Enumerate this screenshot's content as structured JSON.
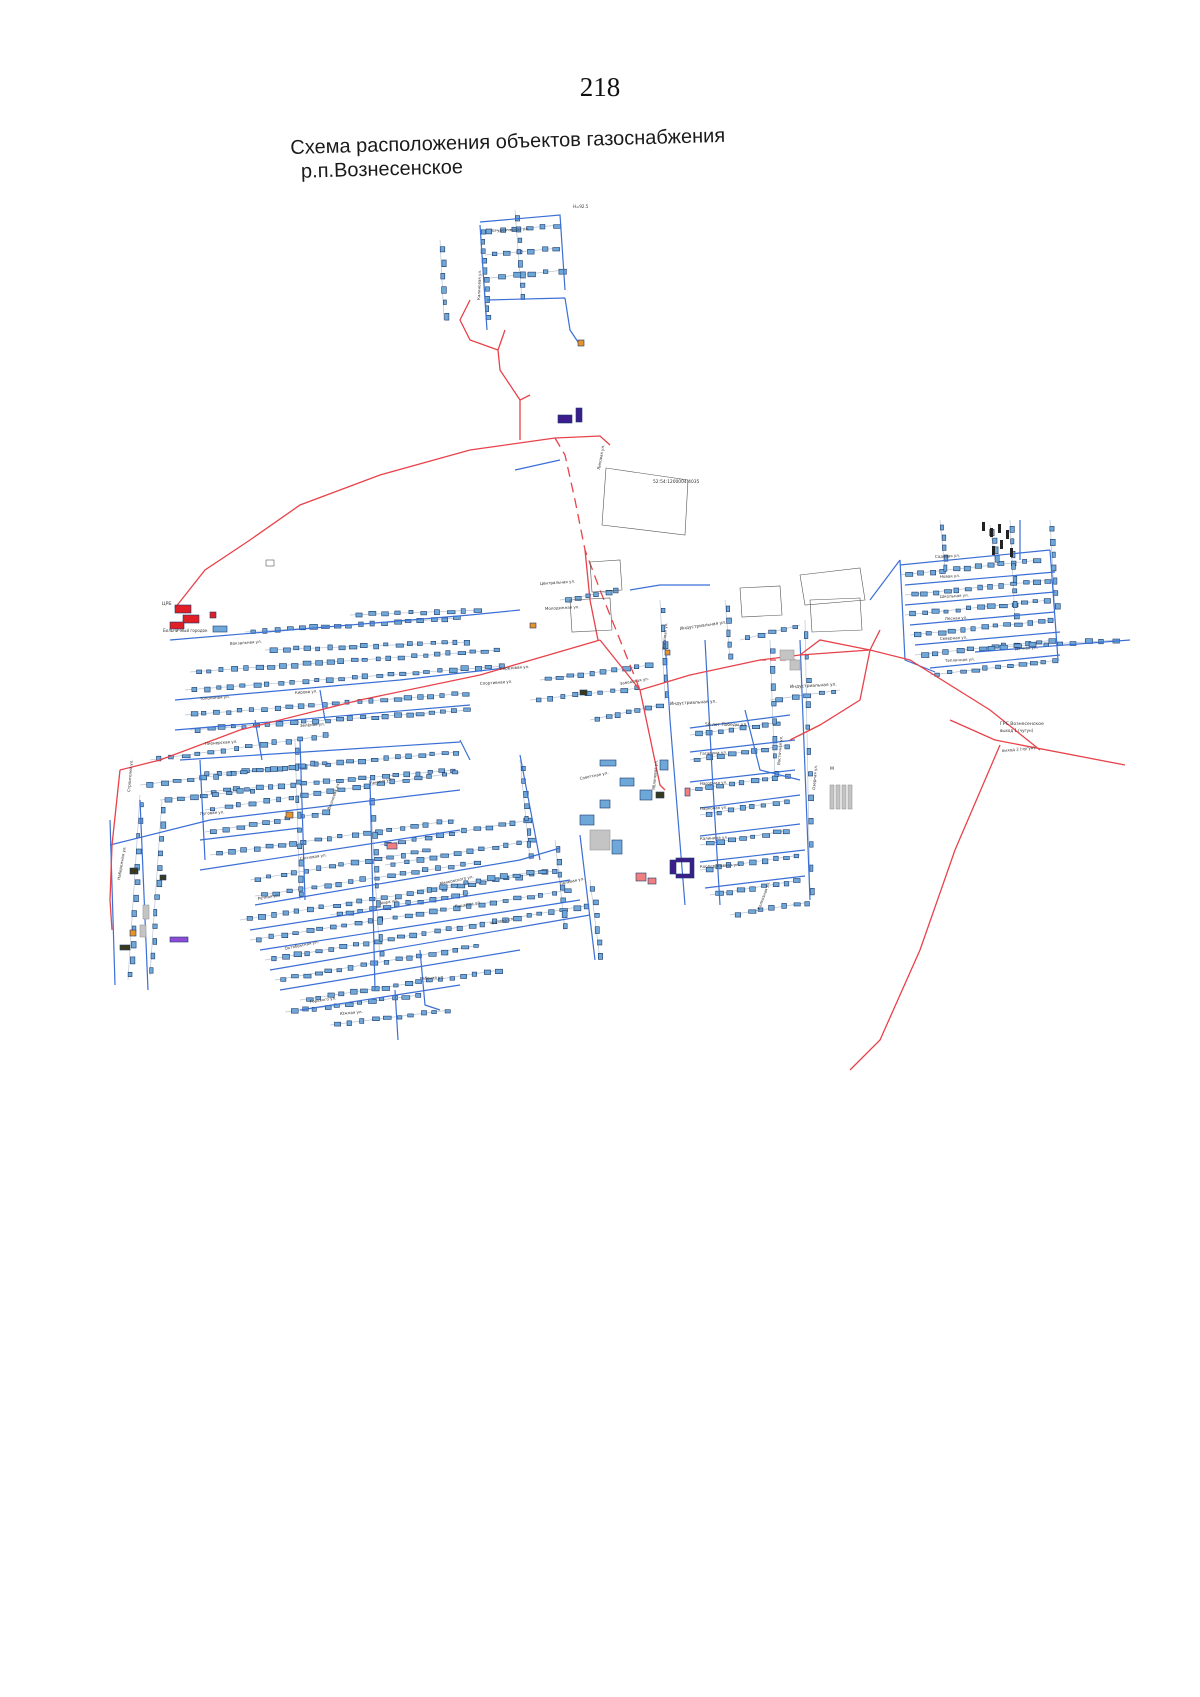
{
  "page": {
    "number": "218"
  },
  "title": {
    "line1": "Схема расположения объектов газоснабжения",
    "line2": "р.п.Вознесенское"
  },
  "colors": {
    "high_pressure_pipeline": "#e8424a",
    "low_pressure_pipeline": "#3b6fd6",
    "residential_building": "#6ea8d8",
    "building_outline": "#1d3a6b",
    "boiler_house": "#e11d25",
    "public_building": "#3b1d8c",
    "orange_object": "#e8922e",
    "pink_object": "#f08080",
    "gray_object": "#c4c4c4",
    "dark_object": "#3a3a1a"
  },
  "labels": {
    "grs": "ГРС Вознесенское",
    "grs_out1": "выход 1 (чугун)",
    "grs_out2": "выход 2 (чугун)",
    "boiler": "ЦРБ",
    "bolnichny": "Больничный городок",
    "parcel": "52:54:1200004:4035",
    "industrialnaya1": "Индустриальная ул.",
    "industrialnaya2": "Индустриальная ул.",
    "industrialnaya3": "Индустриальная ул.",
    "pobedy": "50 лет Победы ул.",
    "kirova": "Кирова ул.",
    "zelenaya": "Зелёная ул.",
    "lenina": "Ленина ул.",
    "oktyabrskaya": "Октябрьская ул.",
    "dachnaya": "Дачная ул.",
    "studencheskaya": "Студенческая ул.",
    "molodezhnaya": "Молодежная ул.",
    "yuzhnaya": "Южная ул.",
    "sadovaya": "Садовая ул.",
    "sovetskaya": "Советская ул.",
    "pionerskaya": "Пионерская ул.",
    "lugovaya": "Луговая ул.",
    "polevaya": "Полевая ул.",
    "gagarina": "Гагарина ул.",
    "nagornaya": "Нагорная ул.",
    "zavodskaya": "Заводская ул.",
    "mira": "Мира ул.",
    "pushkina": "Пушкина ул.",
    "berezovaya": "Березовая ул.",
    "sosnovaya": "Сосновая ул.",
    "rechnaya": "Речная ул.",
    "gorkogo": "Горького ул.",
    "mayakovskogo": "Маяковского ул.",
    "chkalova": "Чкалова ул.",
    "kalinina": "Калинина ул.",
    "kooperativnaya": "Кооперативная ул.",
    "tsentralnaya": "Центральная ул.",
    "parkovaya": "Парковая ул.",
    "novaya": "Новая ул.",
    "shkolnaya": "Школьная ул.",
    "lesnaya": "Лесная ул.",
    "severnaya": "Северная ул.",
    "teplichnaya": "Тепличная ул.",
    "naberezhnaya": "Набережная ул.",
    "stroiteley": "Строителей ул.",
    "vostochnaya": "Восточная ул.",
    "kolkhoznaya": "Колхозная ул.",
    "sportivnaya": "Спортивная ул.",
    "kalinovaya": "Калиновая ул.",
    "lipovaya": "Липовая ул.",
    "vishnevaya": "Вишневая ул.",
    "rabochaya": "Рабочая ул.",
    "mostovaya": "Мостовая ул.",
    "ozernaya": "Озерная ул.",
    "yablonevaya": "Яблоневая ул.",
    "topolinaya": "Тополиная ул.",
    "vokzalnaya": "Вокзальная ул.",
    "elevation": "Н=92.5",
    "markers": "М"
  }
}
